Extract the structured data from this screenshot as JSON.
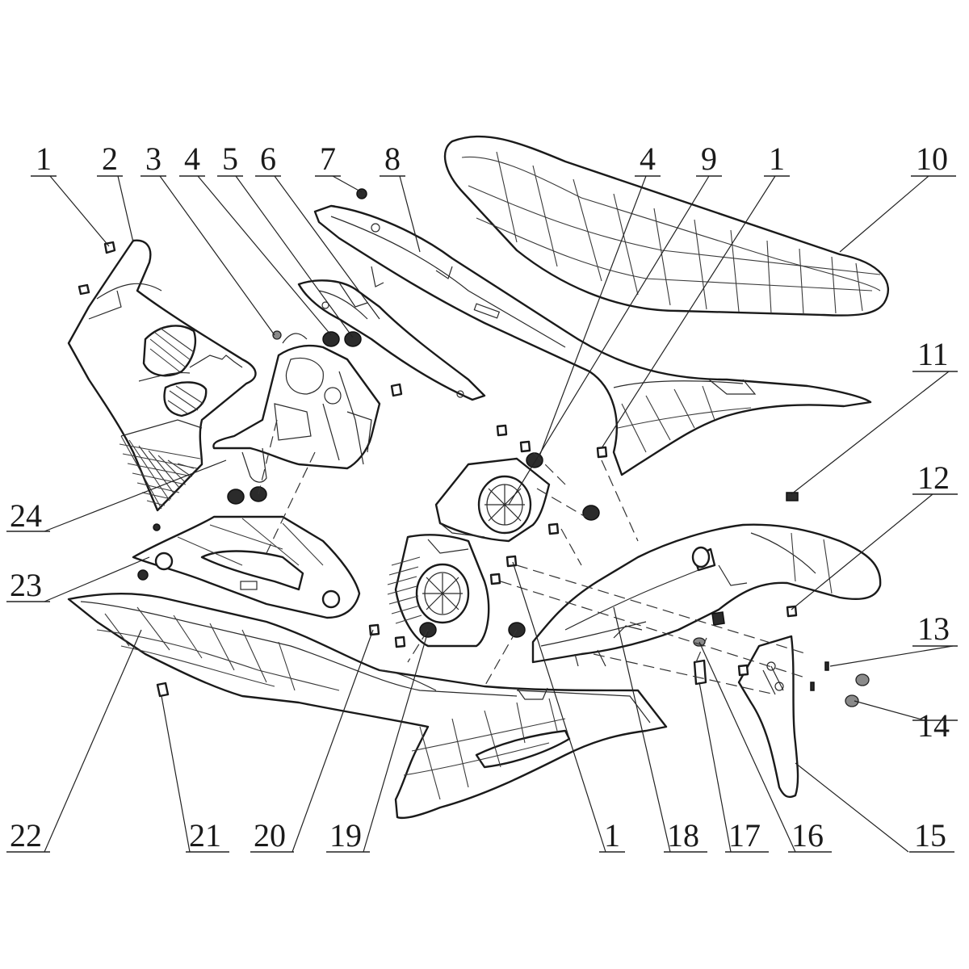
{
  "diagram": {
    "callouts": [
      {
        "id": "c1a",
        "label": "1"
      },
      {
        "id": "c2",
        "label": "2"
      },
      {
        "id": "c3",
        "label": "3"
      },
      {
        "id": "c4a",
        "label": "4"
      },
      {
        "id": "c5",
        "label": "5"
      },
      {
        "id": "c6",
        "label": "6"
      },
      {
        "id": "c7",
        "label": "7"
      },
      {
        "id": "c8",
        "label": "8"
      },
      {
        "id": "c4b",
        "label": "4"
      },
      {
        "id": "c9",
        "label": "9"
      },
      {
        "id": "c1b",
        "label": "1"
      },
      {
        "id": "c10",
        "label": "10"
      },
      {
        "id": "c11",
        "label": "11"
      },
      {
        "id": "c12",
        "label": "12"
      },
      {
        "id": "c13",
        "label": "13"
      },
      {
        "id": "c14",
        "label": "14"
      },
      {
        "id": "c24",
        "label": "24"
      },
      {
        "id": "c23",
        "label": "23"
      },
      {
        "id": "c22",
        "label": "22"
      },
      {
        "id": "c21",
        "label": "21"
      },
      {
        "id": "c20",
        "label": "20"
      },
      {
        "id": "c19",
        "label": "19"
      },
      {
        "id": "c1c",
        "label": "1"
      },
      {
        "id": "c18",
        "label": "18"
      },
      {
        "id": "c17",
        "label": "17"
      },
      {
        "id": "c16",
        "label": "16"
      },
      {
        "id": "c15",
        "label": "15"
      }
    ]
  }
}
